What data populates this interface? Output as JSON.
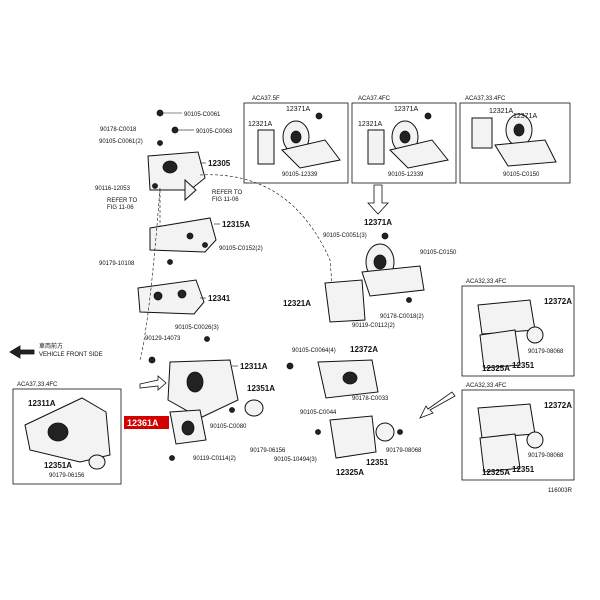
{
  "panels": {
    "p1_title": "ACA37.5F",
    "p2_title": "ACA37.4FC",
    "p3_title": "ACA37,33.4FC",
    "p4_title": "ACA32,33.4FC",
    "p5_title": "ACA32,33.4FC",
    "p6_title": "ACA37,33.4FC"
  },
  "labels": {
    "p1_12371A": "12371A",
    "p1_12321A": "12321A",
    "p1_bolt": "90105-12339",
    "p2_12371A": "12371A",
    "p2_12321A": "12321A",
    "p2_bolt": "90105-12339",
    "p3_12321A": "12321A",
    "p3_12371A": "12371A",
    "p3_bolt": "90105-C0150",
    "b_90105_C0061": "90105-C0061",
    "b_90178_C0018": "90178-C0018",
    "b_90105_C0063": "90105-C0063",
    "b_90105_C0061_2": "90105-C0061(2)",
    "b_12305": "12305",
    "b_90116_12053": "90116-12053",
    "refer1": "REFER TO",
    "refer1b": "FIG 11-06",
    "refer2": "REFER TO",
    "refer2b": "FIG 11-06",
    "b_12315A": "12315A",
    "b_90105_C0152": "90105-C0152(2)",
    "b_90179_10108": "90179-10108",
    "b_12341": "12341",
    "b_90105_C0026": "90105-C0026(3)",
    "b_90129_14073": "90129-14073",
    "b_12311A": "12311A",
    "b_12351A": "12351A",
    "b_12361A": "12361A",
    "b_90105_C0080": "90105-C0080",
    "b_90179_06156": "90179-06156",
    "b_90119_C0114": "90119-C0114(2)",
    "front_jp": "車両前方",
    "front_en": "VEHICLE FRONT SIDE",
    "c_90105_C0051": "90105-C0051(3)",
    "c_12371A": "12371A",
    "c_90105_C0150": "90105-C0150",
    "c_12321A": "12321A",
    "c_90178_C0018": "90178-C0018(2)",
    "c_90119_C0112": "90119-C0112(2)",
    "d_90105_C0064": "90105-C0064(4)",
    "d_12372A": "12372A",
    "d_90178_C0033": "90178-C0033",
    "d_90105_C0044": "90105-C0044",
    "d_90105_10494": "90105-10494(3)",
    "d_12325A": "12325A",
    "d_12351": "12351",
    "d_90179_08068": "90179-08068",
    "p4_12372A": "12372A",
    "p4_90179": "90179-08068",
    "p4_12325A": "12325A",
    "p4_12351": "12351",
    "p5_12372A": "12372A",
    "p5_90179": "90179-08068",
    "p5_12325A": "12325A",
    "p5_12351": "12351",
    "p6_12311A": "12311A",
    "p6_12351A": "12351A",
    "p6_90179": "90179-06156",
    "code": "116003R"
  }
}
